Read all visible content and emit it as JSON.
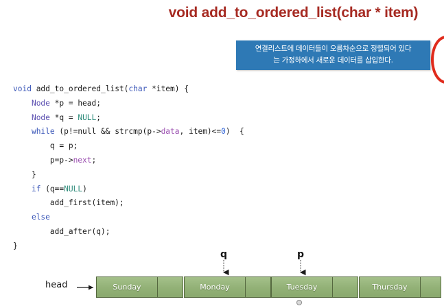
{
  "slide": {
    "title": "void add_to_ordered_list(char * item)",
    "title_color": "#a62a22",
    "background": "#ffffff"
  },
  "note": {
    "line1": "연결리스트에 데이터들이 오름차순으로 정렬되어 있다",
    "line2": "는 가정하에서 새로운 데이터를 삽입한다.",
    "bg_color": "#2e79b5",
    "text_color": "#ffffff"
  },
  "annotation": {
    "shape": "red-ellipse",
    "color": "#e02b1c"
  },
  "code": {
    "language": "c",
    "lines": [
      "void add_to_ordered_list(char *item) {",
      "    Node *p = head;",
      "    Node *q = NULL;",
      "    while (p!=null && strcmp(p->data, item)<=0)  {",
      "        q = p;",
      "        p=p->next;",
      "    }",
      "    if (q==NULL)",
      "        add_first(item);",
      "    else",
      "        add_after(q);",
      "}"
    ],
    "colors": {
      "keyword": "#3a56b8",
      "type": "#5b4fb0",
      "constant": "#2e8b7a",
      "member": "#9b4fb0",
      "number": "#2a5fd6",
      "plain": "#1a1a1a"
    }
  },
  "diagram": {
    "head_label": "head",
    "node_fill": "#92b176",
    "node_border": "#55683f",
    "nodes": [
      {
        "data": "Sunday"
      },
      {
        "data": "Monday"
      },
      {
        "data": "Tuesday"
      },
      {
        "data": "Thursday"
      }
    ],
    "pointers": [
      {
        "label": "q",
        "target": "Monday"
      },
      {
        "label": "p",
        "target": "Tuesday"
      }
    ]
  }
}
